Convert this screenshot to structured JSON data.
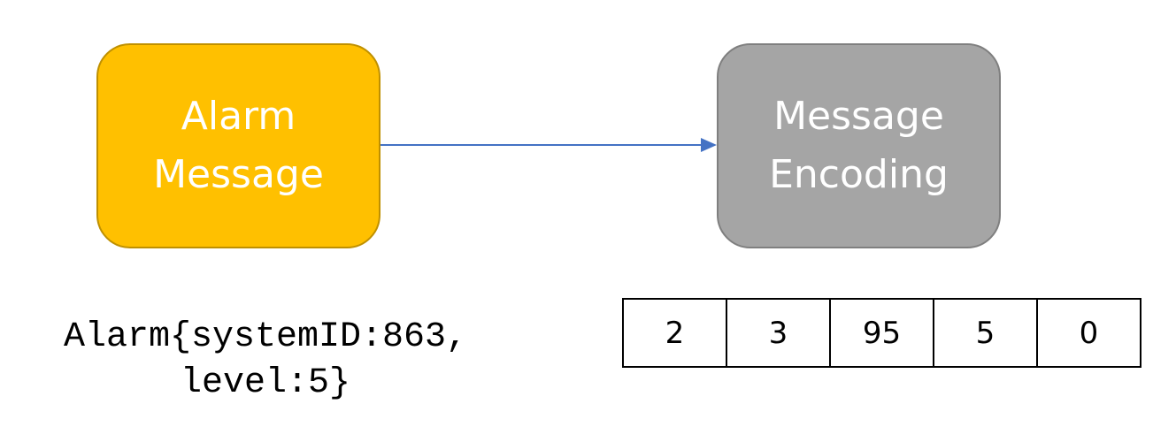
{
  "nodes": {
    "alarm_message": {
      "label": "Alarm\nMessage",
      "color": "#ffc000"
    },
    "message_encoding": {
      "label": "Message\nEncoding",
      "color": "#a5a5a5"
    }
  },
  "edge": {
    "from": "alarm_message",
    "to": "message_encoding",
    "color": "#4472c4"
  },
  "code_text": "Alarm{systemID:863,\nlevel:5}",
  "byte_values": [
    "2",
    "3",
    "95",
    "5",
    "0"
  ]
}
